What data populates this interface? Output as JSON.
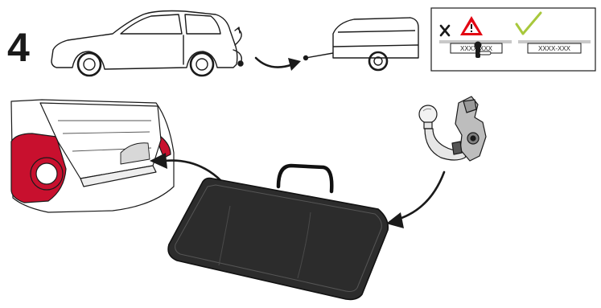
{
  "step": {
    "number": "4"
  },
  "plates": {
    "wrong_text": "XXXX-XXX",
    "correct_text": "XXXX-XXX"
  },
  "colors": {
    "line": "#1a1a1a",
    "ok_check": "#a8c83c",
    "warning_red": "#e30613",
    "taillight_red": "#c8102e",
    "bag_fill": "#2c2c2c",
    "bag_outline": "#111111",
    "plate_bar": "#c8c8c8"
  }
}
